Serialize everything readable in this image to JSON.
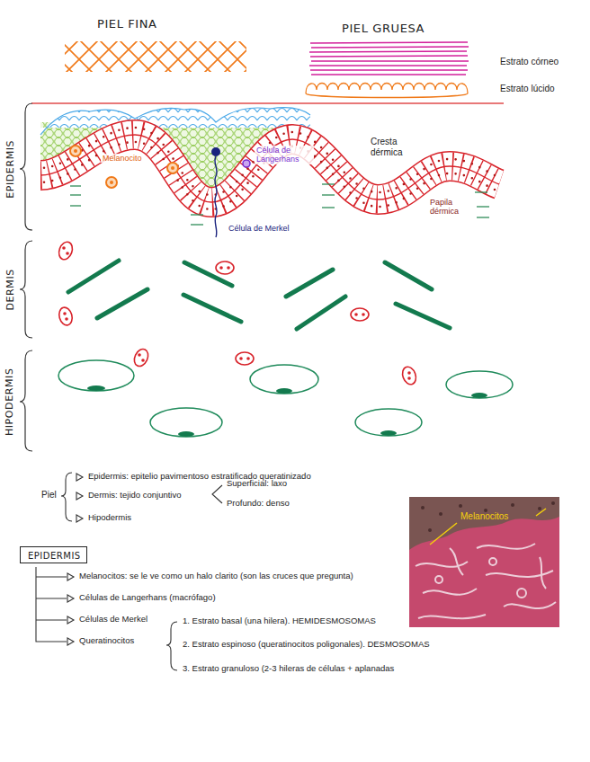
{
  "diagram": {
    "nodes": [
      {
        "text": [
          "EPIDERMIS"
        ]
      }
    ],
    "labels": [
      "PIEL FINA",
      "PIEL GRUESA",
      "Estrato córneo",
      "Estrato lúcido",
      "Melanocito",
      "Célula de Langerhans",
      "Cresta dérmica",
      "Célula de Merkel",
      "Papila dérmica",
      "EPIDERMIS",
      "DERMIS",
      "HIPODERMIS",
      "Piel",
      "Epidermis: epitelio pavimentoso estratificado queratinizado",
      "Dermis: tejido conjuntivo",
      "Superficial: laxo",
      "Profundo: denso",
      "Hipodermis",
      "Melanocitos: se le ve como un halo clarito (son las cruces que pregunta)",
      "Células de Langerhans (macrófago)",
      "Células de Merkel",
      "Queratinocitos",
      "1. Estrato basal (una hilera). HEMIDESMOSOMAS",
      "2. Estrato espinoso (queratinocitos poligonales). DESMOSOMAS",
      "3. Estrato granuloso (2-3 hileras de células + aplanadas",
      "Melanocitos"
    ]
  }
}
